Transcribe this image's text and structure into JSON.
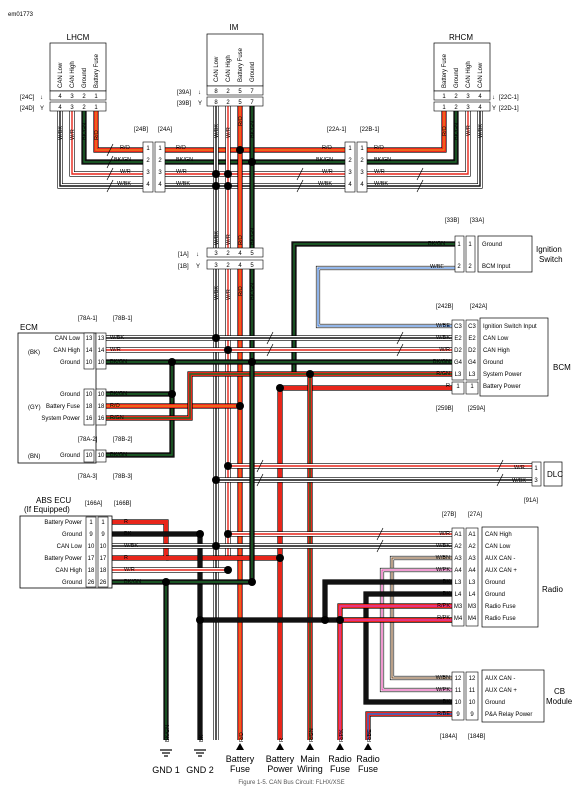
{
  "figure_id": "em01773",
  "caption": "Figure 1-5. CAN Bus Circuit: FLHX/XSE",
  "colors": {
    "R": "#e8261b",
    "O": "#f07a1a",
    "BK": "#111111",
    "GN": "#1d6b2a",
    "W": "#ffffff",
    "BN": "#7a4a1e",
    "BE": "#2a6fd6",
    "PK": "#e23aa6",
    "V": "#9b3dc8",
    "Y": "#f0d21b"
  },
  "modules": {
    "lhcm": {
      "name": "LHCM",
      "pins": [
        "CAN Low",
        "CAN High",
        "Ground",
        "Battery Fuse"
      ],
      "pin_nums": [
        "4",
        "3",
        "2",
        "1"
      ],
      "wires": [
        "W/BK",
        "W/R",
        "BK/GN",
        "R/O"
      ]
    },
    "im": {
      "name": "IM",
      "pins": [
        "CAN Low",
        "CAN High",
        "Battery Fuse",
        "Ground"
      ],
      "pin_nums": [
        "8",
        "2",
        "5",
        "7"
      ],
      "wires": [
        "W/BK",
        "W/R",
        "R/O",
        "BK/GN"
      ]
    },
    "rhcm": {
      "name": "RHCM",
      "pins": [
        "Battery Fuse",
        "Ground",
        "CAN High",
        "CAN Low"
      ],
      "pin_nums": [
        "1",
        "2",
        "3",
        "4"
      ],
      "wires": [
        "R/O",
        "BK/GN",
        "W/R",
        "W/BK"
      ]
    },
    "ignition": {
      "name": "Ignition Switch",
      "line1": "Ignition",
      "line2": "Switch",
      "pins": [
        "Ground",
        "BCM Input"
      ],
      "pin_nums": [
        "1",
        "2"
      ],
      "wires": [
        "BK/GN",
        "W/BE"
      ]
    },
    "bcm": {
      "name": "BCM",
      "pins": [
        "Ignition Switch Input",
        "CAN Low",
        "CAN High",
        "Ground",
        "System Power",
        "Battery Power"
      ],
      "pin_nums": [
        "C3",
        "E2",
        "D2",
        "G4",
        "L3",
        "1"
      ],
      "wires": [
        "W/BE",
        "W/BK",
        "W/R",
        "BK/GN",
        "R/GN",
        "R"
      ]
    },
    "ecm": {
      "name": "ECM",
      "bk_group": {
        "label": "(BK)",
        "pins": [
          "CAN Low",
          "CAN High",
          "Ground"
        ],
        "pin_nums": [
          "13",
          "14",
          "10"
        ],
        "wires": [
          "W/BK",
          "W/R",
          "BK/GN"
        ]
      },
      "gy_group": {
        "label": "(GY)",
        "pins": [
          "Ground",
          "Battery Fuse",
          "System Power"
        ],
        "pin_nums": [
          "10",
          "18",
          "16"
        ],
        "wires": [
          "BK/GN",
          "R/O",
          "R/GN"
        ]
      },
      "bn_group": {
        "label": "(BN)",
        "pins": [
          "Ground"
        ],
        "pin_nums": [
          "10"
        ],
        "wires": [
          "BK/GN"
        ]
      }
    },
    "dlc": {
      "name": "DLC",
      "pin_nums": [
        "1",
        "3"
      ],
      "wires": [
        "W/R",
        "W/BK"
      ]
    },
    "abs": {
      "name": "ABS ECU",
      "subtitle": "(If Equipped)",
      "pins": [
        "Battery Power",
        "Ground",
        "CAN Low",
        "Battery Power",
        "CAN High",
        "Ground"
      ],
      "pin_nums": [
        "1",
        "9",
        "10",
        "17",
        "18",
        "26"
      ],
      "wires": [
        "R",
        "BK",
        "W/BK",
        "R",
        "W/R",
        "BK/GN"
      ]
    },
    "radio": {
      "name": "Radio",
      "pins": [
        "CAN High",
        "CAN Low",
        "AUX CAN -",
        "AUX CAN +",
        "Ground",
        "Ground",
        "Radio Fuse",
        "Radio Fuse"
      ],
      "pin_nums": [
        "A1",
        "A2",
        "A3",
        "A4",
        "L3",
        "L4",
        "M3",
        "M4"
      ],
      "wires": [
        "W/R",
        "W/BK",
        "W/BN",
        "W/PK",
        "BK",
        "BK",
        "R/PK",
        "R/PK"
      ]
    },
    "cb": {
      "name": "CB Module",
      "line1": "CB",
      "line2": "Module",
      "pins": [
        "AUX CAN -",
        "AUX CAN +",
        "Ground",
        "P&A Relay Power"
      ],
      "pin_nums": [
        "12",
        "11",
        "10",
        "9"
      ],
      "wires": [
        "W/BN",
        "W/PK",
        "BK",
        "R/BE"
      ]
    }
  },
  "connectors": {
    "c24c": "[24C]",
    "c24d": "[24D]",
    "c39a": "[39A]",
    "c39b": "[39B]",
    "c22c1": "[22C-1]",
    "c22d1": "[22D-1]",
    "c24b": "[24B]",
    "c24a": "[24A]",
    "c22a1": "[22A-1]",
    "c22b1": "[22B-1]",
    "c1a": "[1A]",
    "c1b": "[1B]",
    "c33b": "[33B]",
    "c33a": "[33A]",
    "c78a1": "[78A-1]",
    "c78b1": "[78B-1]",
    "c242b": "[242B]",
    "c242a": "[242A]",
    "c259b": "[259B]",
    "c259a": "[259A]",
    "c78a2": "[78A-2]",
    "c78b2": "[78B-2]",
    "c78a3": "[78A-3]",
    "c78b3": "[78B-3]",
    "c91a": "[91A]",
    "c166a": "[166A]",
    "c166b": "[166B]",
    "c27b": "[27B]",
    "c27a": "[27A]",
    "c184a": "[184A]",
    "c184b": "[184B]"
  },
  "splice_wires": [
    "R/O",
    "BK/GN",
    "W/R",
    "W/BK"
  ],
  "splice_pins": [
    "1",
    "2",
    "3",
    "4"
  ],
  "c1_pins": [
    "3",
    "2",
    "4",
    "5"
  ],
  "c1_wires": [
    "W/BK",
    "W/R",
    "R/O",
    "BK/GN"
  ],
  "bottom": {
    "labels": [
      "GND 1",
      "GND 2",
      "Battery Fuse",
      "Battery Power",
      "Main Wiring",
      "Radio Fuse",
      "Radio Fuse"
    ],
    "wires": [
      "BK/GN",
      "BK",
      "R/O",
      "R",
      "R/GN",
      "R/PK",
      "R/BE"
    ]
  }
}
